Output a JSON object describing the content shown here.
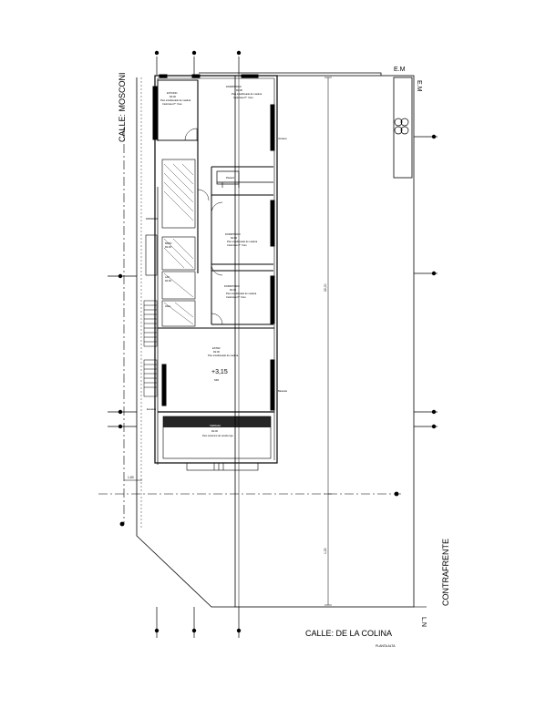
{
  "streets": {
    "left": "CALLE: MOSCONI",
    "bottom": "CALLE: DE LA COLINA",
    "right": "CONTRAFRENTE"
  },
  "markers": {
    "em_top": "E.M",
    "em_side": "E.M",
    "ln": "L.N",
    "planta": "PLANTA ALTA"
  },
  "dimensions": {
    "setback": "1,50",
    "total_depth": "22,00",
    "lot_dim": "1,30"
  },
  "rooms": {
    "estudio": {
      "name": "ESTUDIO",
      "code": "R2.00",
      "finish": "Piso entablonado de madera",
      "note": "Cielorraso P° Yeso"
    },
    "dormitorio_1": {
      "name": "DORMITORIO",
      "code": "R2.00",
      "finish": "Piso entablonado de madera",
      "note": "Cielorraso P° Yeso"
    },
    "dormitorio_2": {
      "name": "DORMITORIO",
      "code": "R2.00",
      "finish": "Piso entablonado de madera",
      "note": "Cielorraso P° Yeso"
    },
    "dormitorio_3": {
      "name": "DORMITORIO",
      "code": "R2.00",
      "finish": "Piso entablonado de madera",
      "note": "Cielorraso P° Yeso"
    },
    "estar": {
      "name": "ESTAR",
      "code": "R2.00",
      "finish": "Piso entablonado de madera",
      "level": "+3,15",
      "level_note": "NPA"
    },
    "terraza": {
      "name": "TERRAZA",
      "code": "R2.00",
      "finish": "Piso ceramico de vereda roja"
    },
    "bano": {
      "name": "BAÑO",
      "code": "R2.00"
    },
    "lavadero": {
      "name": "LAV.",
      "code": "R2.00"
    },
    "hall": {
      "name": "HALL"
    }
  },
  "annotations": {
    "ventana": "Ventana",
    "baranda": "Baranda",
    "placard": "Placard",
    "escalera": "Escalera"
  }
}
